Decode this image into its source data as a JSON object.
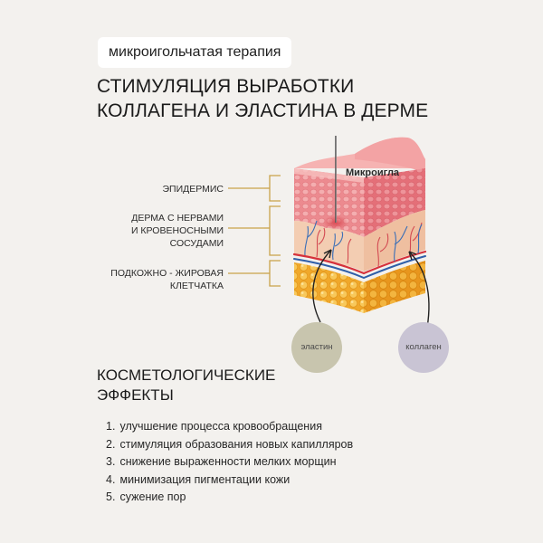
{
  "badge": "микроигольчатая терапия",
  "headline": [
    "СТИМУЛЯЦИЯ ВЫРАБОТКИ",
    "КОЛЛАГЕНА И ЭЛАСТИНА В ДЕРМЕ"
  ],
  "layers": {
    "epidermis": [
      "ЭПИДЕРМИС"
    ],
    "dermis": [
      "ДЕРМА С НЕРВАМИ",
      "И КРОВЕНОСНЫМИ",
      "СОСУДАМИ"
    ],
    "subcutaneous": [
      "ПОДКОЖНО - ЖИРОВАЯ",
      "КЛЕТЧАТКА"
    ]
  },
  "needle_label": "Микроигла",
  "circles": {
    "elastin": {
      "label": "эластин",
      "color": "#c8c5ae"
    },
    "collagen": {
      "label": "коллаген",
      "color": "#c9c4d4"
    }
  },
  "effects": {
    "title": [
      "КОСМЕТОЛОГИЧЕСКИЕ",
      "ЭФФЕКТЫ"
    ],
    "items": [
      {
        "num": "1.",
        "text": "улучшение процесса кровообращения"
      },
      {
        "num": "2.",
        "text": "стимуляция образования новых капилляров"
      },
      {
        "num": "3.",
        "text": "снижение выраженности мелких морщин"
      },
      {
        "num": "4.",
        "text": "минимизация пигментации кожи"
      },
      {
        "num": "5.",
        "text": "сужение пор"
      }
    ]
  },
  "colors": {
    "background": "#f3f1ee",
    "bracket": "#c9a24a",
    "epidermis": "#e97b82",
    "dermis": "#f2c7a8",
    "fat": "#f2b233"
  }
}
